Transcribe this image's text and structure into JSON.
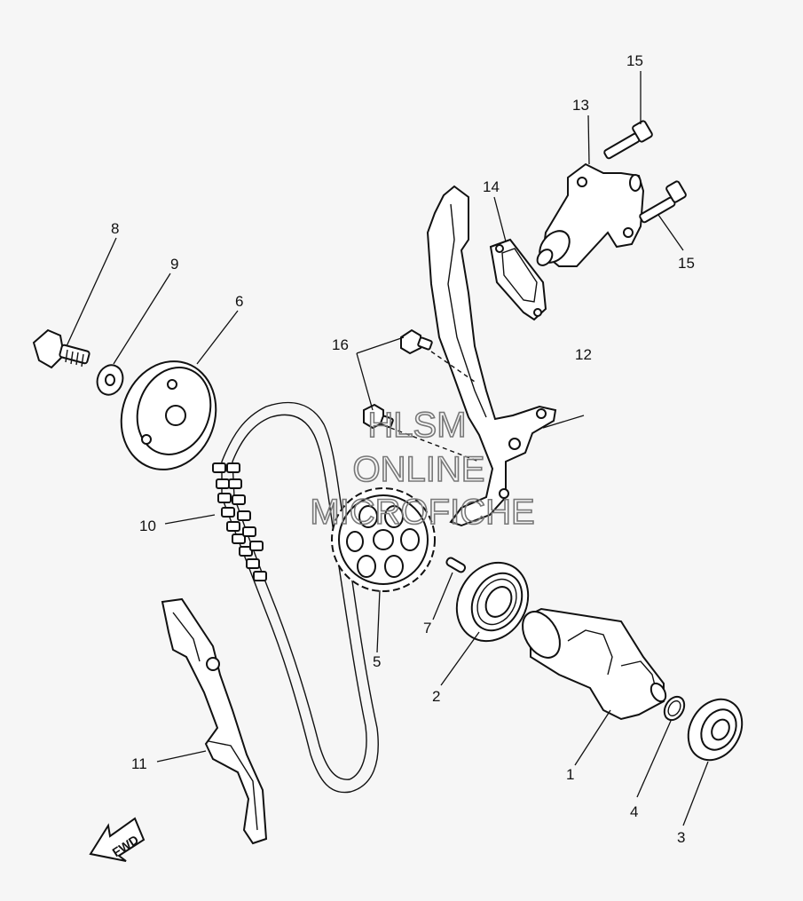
{
  "diagram": {
    "part_labels": {
      "p1": "1",
      "p2": "2",
      "p3": "3",
      "p4": "4",
      "p5": "5",
      "p6": "6",
      "p7": "7",
      "p8": "8",
      "p9": "9",
      "p10": "10",
      "p11": "11",
      "p12": "12",
      "p13": "13",
      "p14": "14",
      "p15a": "15",
      "p15b": "15",
      "p16": "16"
    },
    "watermark": {
      "line1": "HLSM",
      "line2": "ONLINE",
      "line3": "MICROFICHE"
    },
    "direction_arrow": {
      "text": "FWD",
      "icon": "arrow-left-down-icon"
    },
    "colors": {
      "background": "#f6f6f6",
      "line": "#111111",
      "watermark": "#777777"
    }
  }
}
